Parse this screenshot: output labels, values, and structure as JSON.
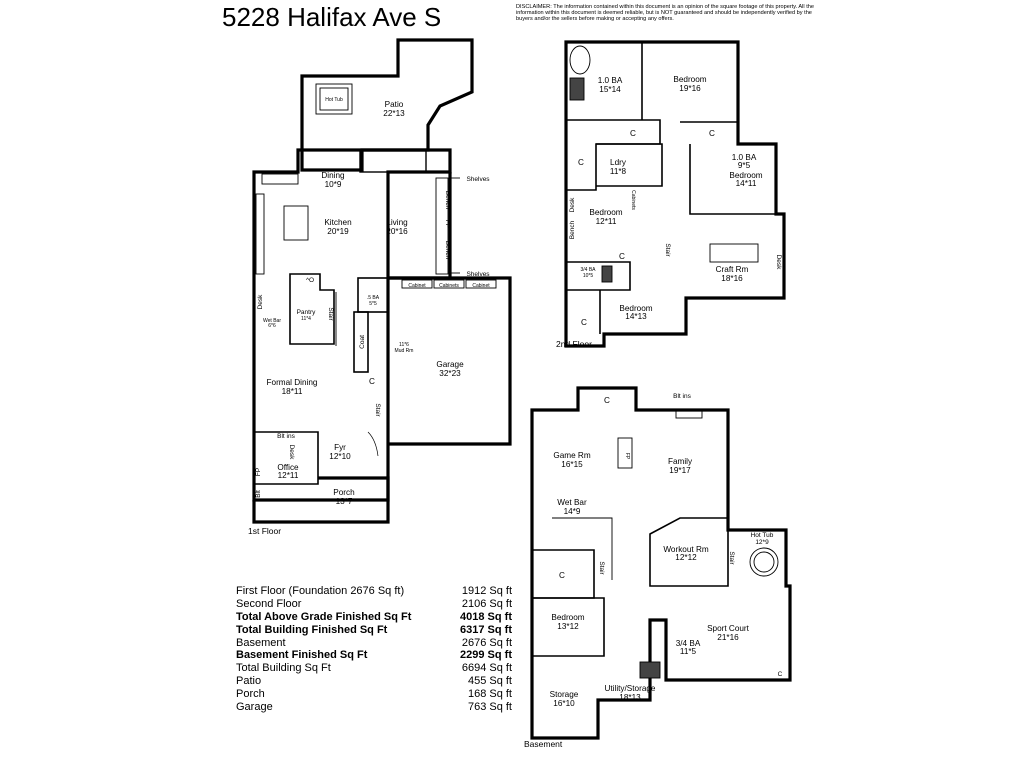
{
  "title": "5228 Halifax Ave S",
  "disclaimer": "DISCLAIMER: The information contained within this document is an opinion of the square footage of this property. All the information within this document is deemed reliable, but is NOT guaranteed and should be independently verified by the buyers and/or the sellers before making or accepting any offers.",
  "floors": {
    "first": {
      "label": "1st Floor",
      "rooms": {
        "hot_tub": "Hot Tub",
        "patio_name": "Patio",
        "patio_dim": "22*13",
        "dining_name": "Dining",
        "dining_dim": "10*9",
        "kitchen_name": "Kitchen",
        "kitchen_dim": "20*19",
        "living_name": "Living",
        "living_dim": "20*16",
        "pantry_name": "Pantry",
        "pantry_dim": "11*4",
        "wet_bar": "Wet Bar",
        "wet_bar_dim": "6*6",
        "half_bath": ".5 BA",
        "half_bath_dim": "5*5",
        "mud_dim": "11*6",
        "mud_name": "Mud Rm",
        "garage_name": "Garage",
        "garage_dim": "32*23",
        "formal_name": "Formal Dining",
        "formal_dim": "18*11",
        "office_name": "Office",
        "office_dim": "12*11",
        "foyer_name": "Fyr",
        "foyer_dim": "12*10",
        "porch_name": "Porch",
        "porch_dim": "13*7"
      },
      "labels": {
        "shelves": "Shelves",
        "bench": "Bench",
        "fp": "FP",
        "desk": "Desk",
        "stair": "Stair",
        "coat": "Coat",
        "c": "C",
        "cabinet": "Cabinet",
        "cabinets": "Cabinets",
        "blt_ins": "Blt ins",
        "blt": "Blt",
        "o": "^O"
      }
    },
    "second": {
      "label": "2nd Floor",
      "rooms": {
        "ba1_name": "1.0 BA",
        "ba1_dim": "15*14",
        "bed1_name": "Bedroom",
        "bed1_dim": "19*16",
        "ldry_name": "Ldry",
        "ldry_dim": "11*8",
        "ba2_name": "1.0 BA",
        "ba2_dim": "9*5",
        "bed2_name": "Bedroom",
        "bed2_dim": "14*11",
        "bed3_name": "Bedroom",
        "bed3_dim": "12*11",
        "ba3_name": "3/4 BA",
        "ba3_dim": "10*5",
        "craft_name": "Craft Rm",
        "craft_dim": "18*16",
        "bed4_name": "Bedroom",
        "bed4_dim": "14*13"
      },
      "labels": {
        "c": "C",
        "bench": "Bench",
        "desk": "Desk",
        "cabinets": "Cabinets",
        "stair": "Stair"
      }
    },
    "basement": {
      "label": "Basement",
      "rooms": {
        "game_name": "Game Rm",
        "game_dim": "16*15",
        "family_name": "Family",
        "family_dim": "19*17",
        "wetbar_name": "Wet Bar",
        "wetbar_dim": "14*9",
        "workout_name": "Workout Rm",
        "workout_dim": "12*12",
        "hottub_name": "Hot Tub",
        "hottub_dim": "12*9",
        "bed_name": "Bedroom",
        "bed_dim": "13*12",
        "sport_name": "Sport Court",
        "sport_dim": "21*16",
        "ba_name": "3/4 BA",
        "ba_dim": "11*5",
        "storage_name": "Storage",
        "storage_dim": "16*10",
        "utility_name": "Utility/Storage",
        "utility_dim": "18*13"
      },
      "labels": {
        "c": "C",
        "blt_ins": "Blt ins",
        "stair": "Stair",
        "fp": "FP"
      }
    }
  },
  "summary": [
    {
      "label": "First Floor (Foundation 2676 Sq ft)",
      "value": "1912 Sq ft",
      "bold": false
    },
    {
      "label": "Second Floor",
      "value": "2106 Sq ft",
      "bold": false
    },
    {
      "label": "Total Above Grade Finished Sq Ft",
      "value": "4018 Sq ft",
      "bold": true
    },
    {
      "label": "Total Building Finished Sq Ft",
      "value": "6317 Sq ft",
      "bold": true
    },
    {
      "label": "Basement",
      "value": "2676 Sq ft",
      "bold": false
    },
    {
      "label": "Basement Finished Sq Ft",
      "value": "2299 Sq ft",
      "bold": true
    },
    {
      "label": "Total Building Sq Ft",
      "value": "6694 Sq ft",
      "bold": false
    },
    {
      "label": "Patio",
      "value": "455 Sq ft",
      "bold": false
    },
    {
      "label": "Porch",
      "value": "168 Sq ft",
      "bold": false
    },
    {
      "label": "Garage",
      "value": "763 Sq ft",
      "bold": false
    }
  ]
}
